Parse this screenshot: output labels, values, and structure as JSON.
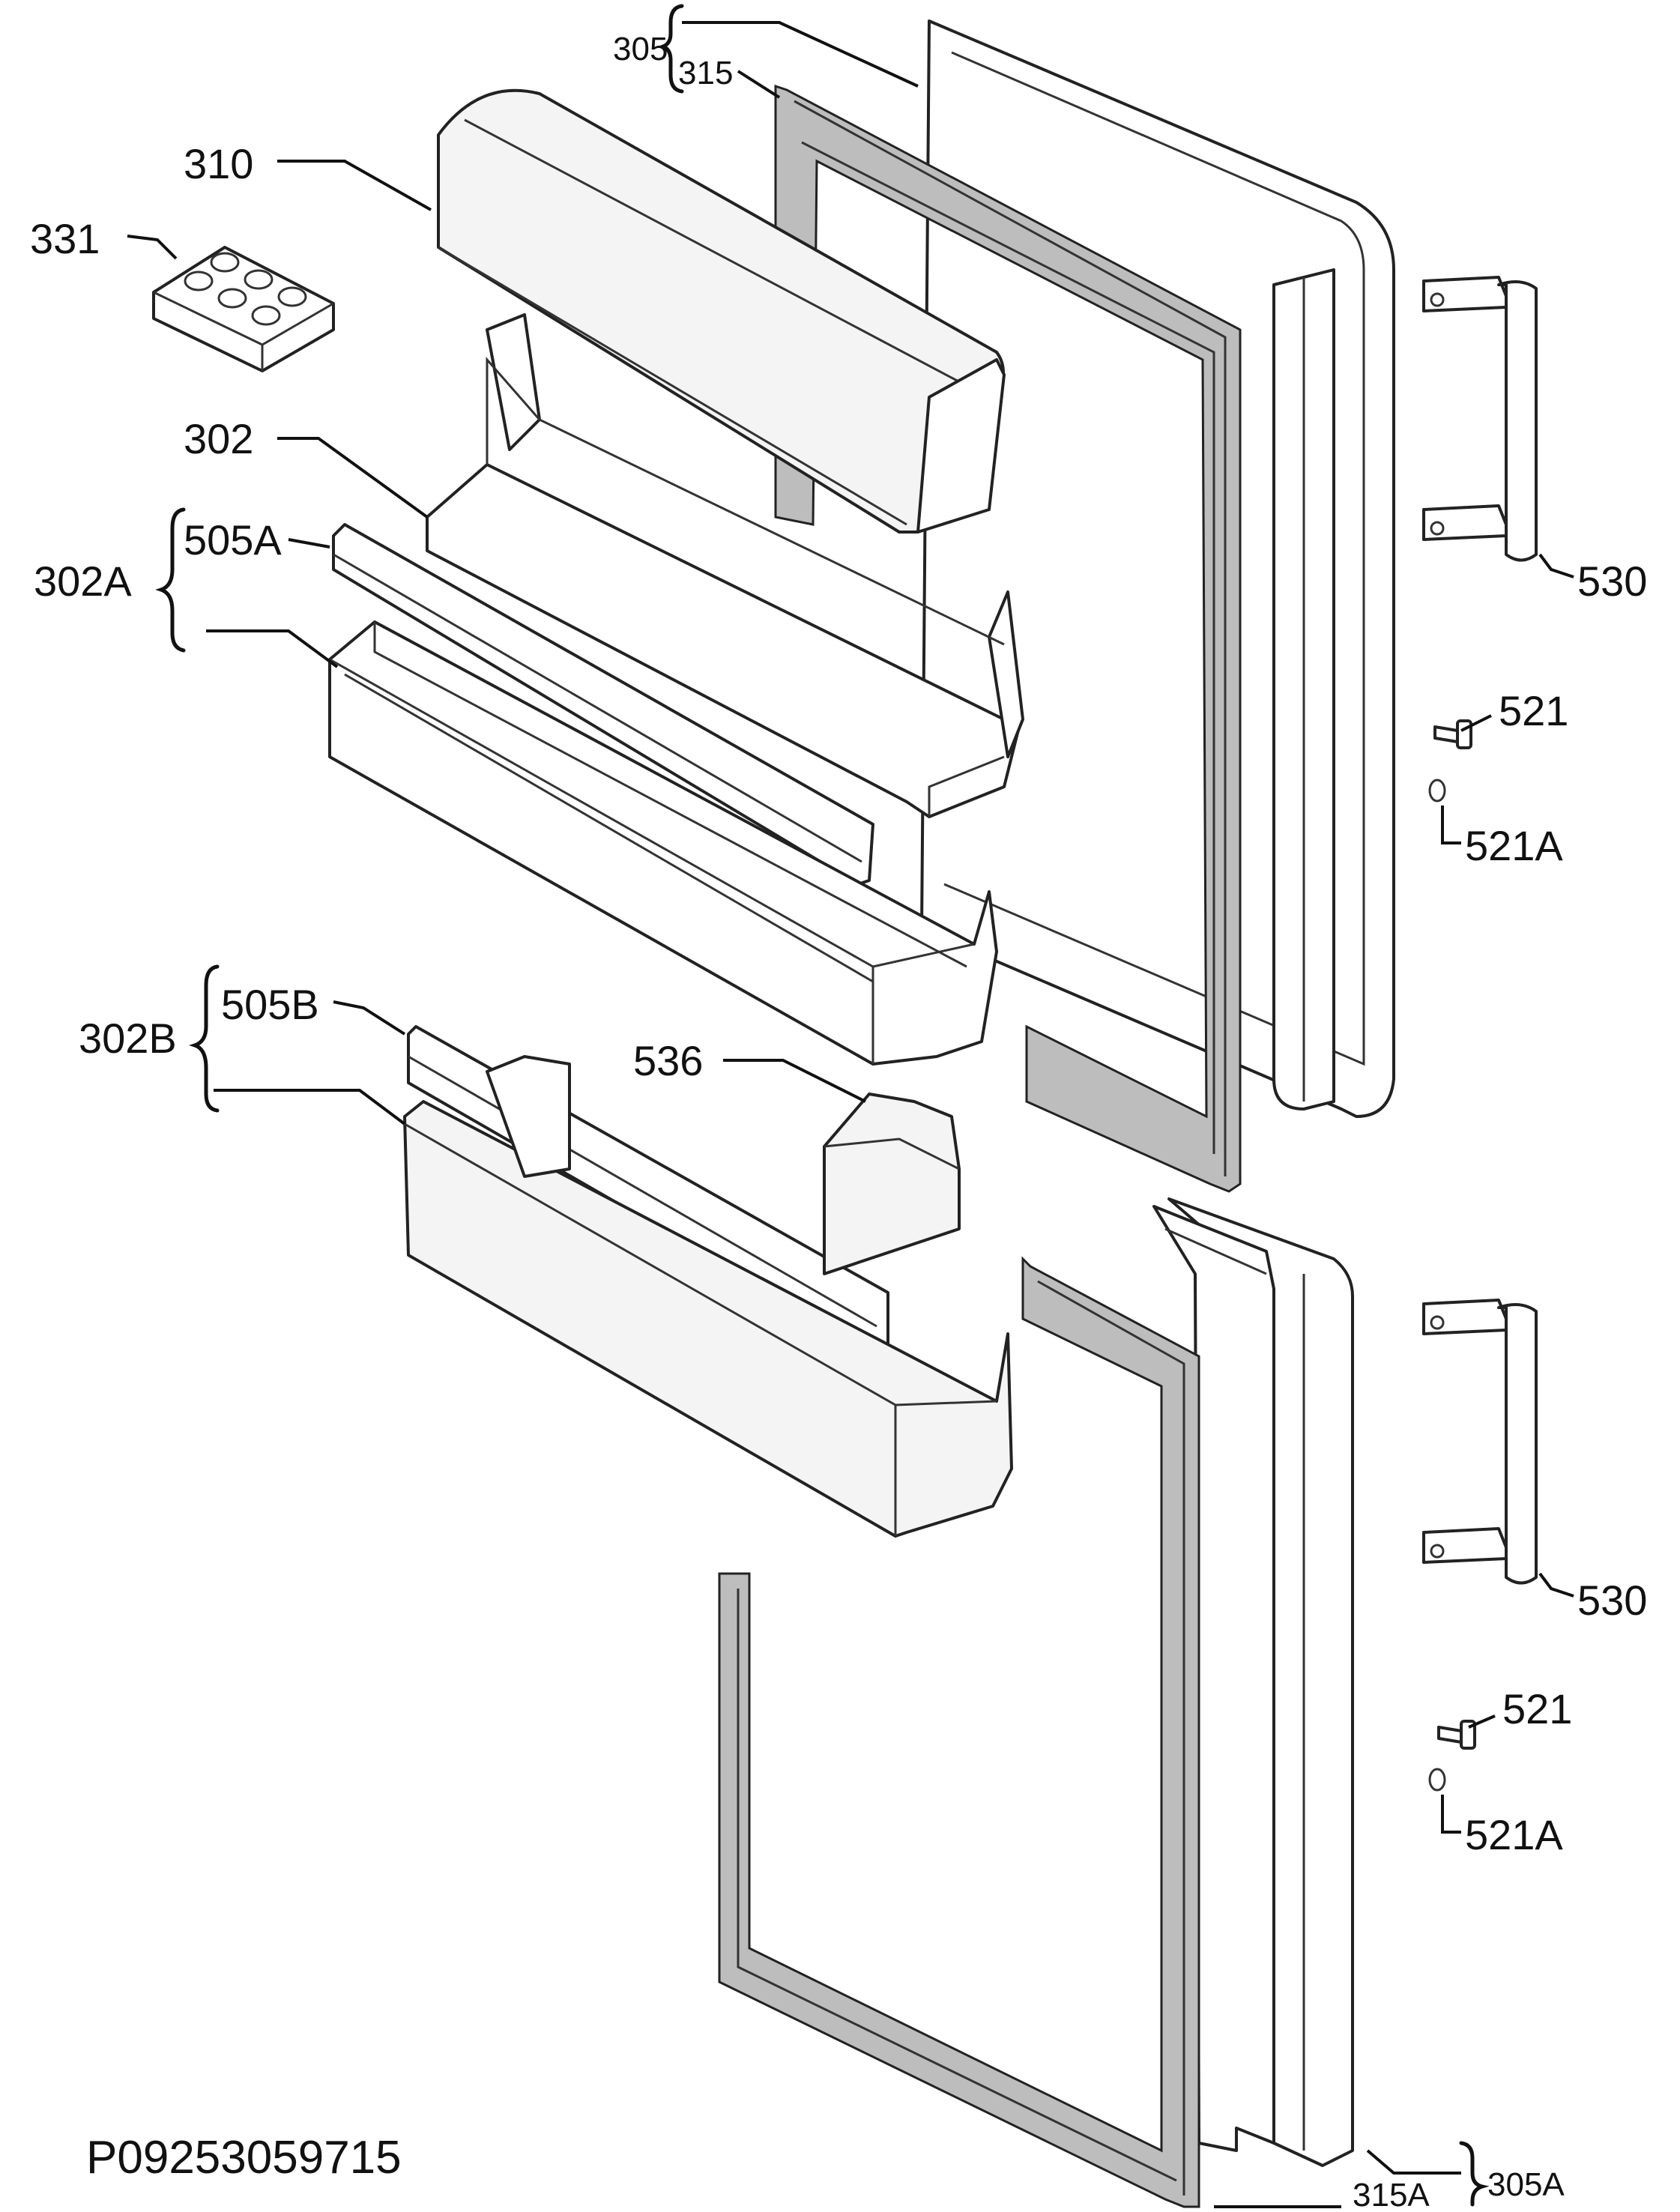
{
  "labels": {
    "l305": "305",
    "l315": "315",
    "l310": "310",
    "l331": "331",
    "l302": "302",
    "l302A": "302A",
    "l505A": "505A",
    "l302B": "302B",
    "l505B": "505B",
    "l536": "536",
    "l530_top": "530",
    "l521_top": "521",
    "l521A_top": "521A",
    "l530_bottom": "530",
    "l521_bottom": "521",
    "l521A_bottom": "521A",
    "l315A": "315A",
    "l305A": "305A"
  },
  "drawing_code": "P09253059715"
}
